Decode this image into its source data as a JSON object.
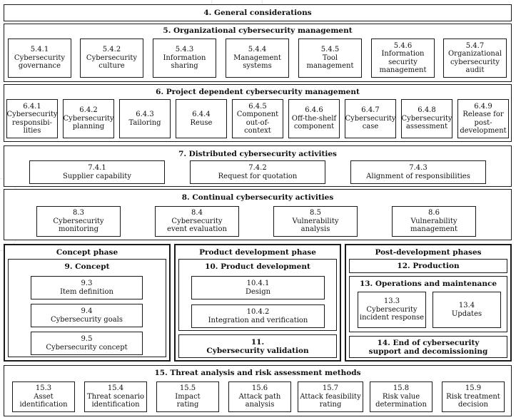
{
  "s4": {
    "title": "4. General considerations"
  },
  "s5": {
    "title": "5. Organizational cybersecurity management",
    "items": [
      "5.4.1\nCybersecurity\ngovernance",
      "5.4.2\nCybersecurity\nculture",
      "5.4.3\nInformation\nsharing",
      "5.4.4\nManagement\nsystems",
      "5.4.5\nTool\nmanagement",
      "5.4.6\nInformation\nsecurity\nmanagement",
      "5.4.7\nOrganizational\ncybersecurity\naudit"
    ]
  },
  "s6": {
    "title": "6. Project dependent cybersecurity management",
    "items": [
      "6.4.1\nCybersecurity\nresponsibi-\nlities",
      "6.4.2\nCybersecurity\nplanning",
      "6.4.3\nTailoring",
      "6.4.4\nReuse",
      "6.4.5\nComponent\nout-of-context",
      "6.4.6\nOff-the-shelf\ncomponent",
      "6.4.7\nCybersecurity\ncase",
      "6.4.8\nCybersecurity\nassessment",
      "6.4.9\nRelease for\npost-\ndevelopment"
    ]
  },
  "s7": {
    "title": "7. Distributed cybersecurity activities",
    "items": [
      "7.4.1\nSupplier capability",
      "7.4.2\nRequest for quotation",
      "7.4.3\nAlignment of responsibilities"
    ]
  },
  "s8": {
    "title": "8. Continual cybersecurity activities",
    "items": [
      "8.3\nCybersecurity\nmonitoring",
      "8.4\nCybersecurity\nevent evaluation",
      "8.5\nVulnerability\nanalysis",
      "8.6\nVulnerability\nmanagement"
    ]
  },
  "concept": {
    "phase": "Concept phase",
    "title": "9. Concept",
    "items": [
      "9.3\nItem definition",
      "9.4\nCybersecurity goals",
      "9.5\nCybersecurity concept"
    ]
  },
  "product": {
    "phase": "Product development phase",
    "title": "10. Product development",
    "items": [
      "10.4.1\nDesign",
      "10.4.2\nIntegration and verification"
    ],
    "validation": "11.\nCybersecurity validation"
  },
  "post": {
    "phase": "Post-development phases",
    "production": "12. Production",
    "ops_title": "13. Operations and maintenance",
    "ops_items": [
      "13.3\nCybersecurity\nincident response",
      "13.4\nUpdates"
    ],
    "end": "14. End of cybersecurity\nsupport and decomissioning"
  },
  "s15": {
    "title": "15. Threat analysis and risk assessment methods",
    "items": [
      "15.3\nAsset\nidentification",
      "15.4\nThreat scenario\nidentification",
      "15.5\nImpact\nrating",
      "15.6\nAttack path\nanalysis",
      "15.7\nAttack feasibility\nrating",
      "15.8\nRisk value\ndetermination",
      "15.9\nRisk treatment\ndecision"
    ]
  }
}
